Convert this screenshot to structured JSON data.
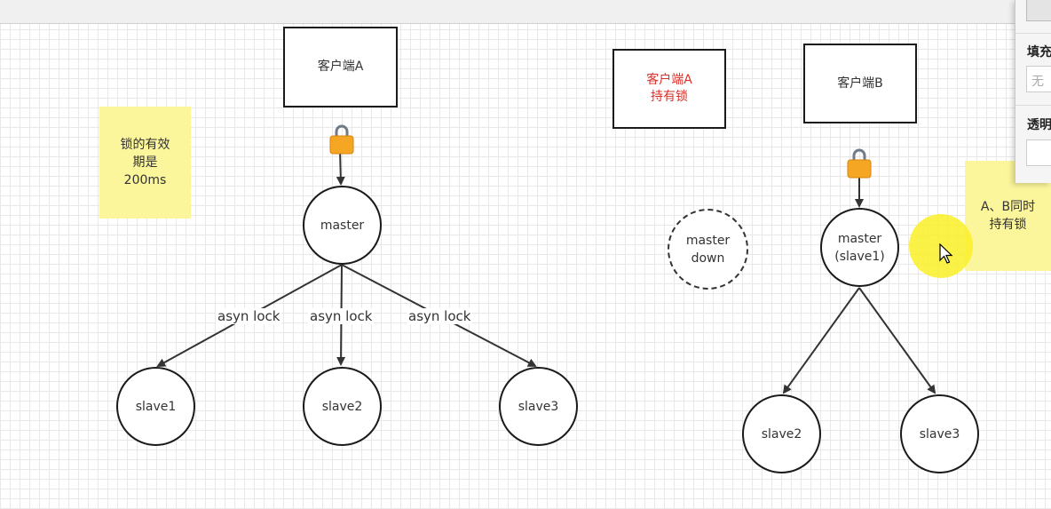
{
  "nodes": {
    "client_a": "客户端A",
    "client_a_holds_lock": "客户端A\n持有锁",
    "client_b": "客户端B",
    "master_left": "master",
    "master_down": "master\ndown",
    "master_right": "master\n(slave1)",
    "slave1_left": "slave1",
    "slave2_left": "slave2",
    "slave3_left": "slave3",
    "slave2_right": "slave2",
    "slave3_right": "slave3"
  },
  "notes": {
    "lock_validity": "锁的有效\n期是\n200ms",
    "both_hold_lock": "A、B同时\n持有锁"
  },
  "edge_labels": {
    "left": "asyn lock",
    "middle": "asyn lock",
    "right": "asyn lock"
  },
  "side_panel": {
    "fill_label": "填充",
    "fill_value": "无",
    "opacity_label": "透明"
  },
  "colors": {
    "note_fill": "#fbf59c",
    "lock_body": "#f5a623",
    "alert_text": "#d9302a",
    "cursor_highlight": "#faf028"
  }
}
